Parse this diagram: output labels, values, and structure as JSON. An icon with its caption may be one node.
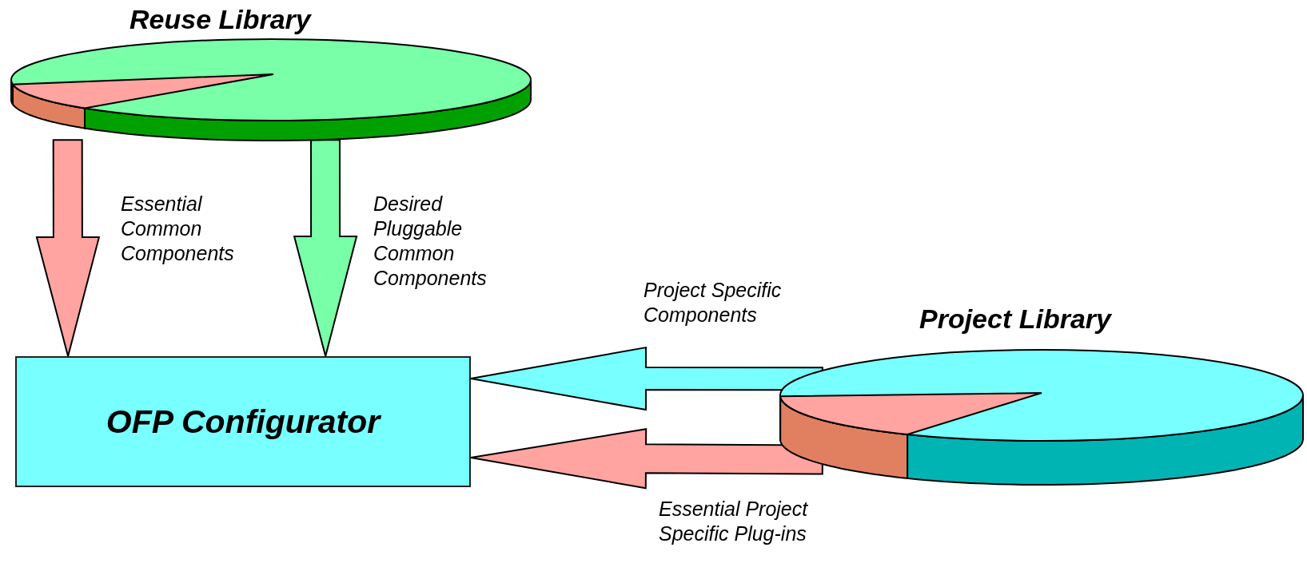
{
  "diagram": {
    "nodes": [
      {
        "text": [
          "Reuse Library"
        ]
      },
      {
        "text": [
          "OFP Configurator"
        ]
      },
      {
        "text": [
          "Project Library"
        ]
      }
    ],
    "edges": [
      {
        "from": 0,
        "to": 1,
        "arrow": "to",
        "label": "Essential Common Components",
        "style": "thick",
        "color": "#ffa4a0"
      },
      {
        "from": 0,
        "to": 1,
        "arrow": "to",
        "label": "Desired Pluggable Common Components",
        "style": "thick",
        "color": "#78ffa8"
      },
      {
        "from": 2,
        "to": 1,
        "arrow": "to",
        "label": "Project Specific Components",
        "style": "thick",
        "color": "#78ffff"
      },
      {
        "from": 2,
        "to": 1,
        "arrow": "to",
        "label": "Essential Project Specific Plug-ins",
        "style": "thick",
        "color": "#ffa4a0"
      }
    ]
  }
}
